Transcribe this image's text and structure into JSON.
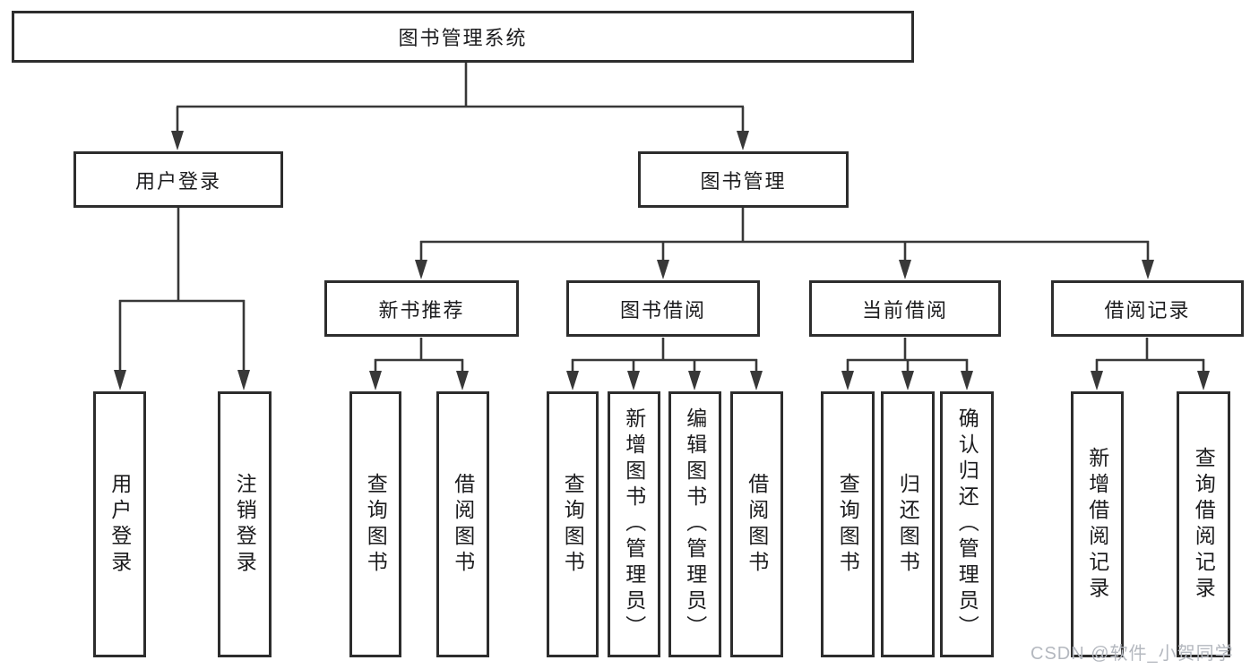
{
  "page": {
    "background": "#ffffff"
  },
  "colors": {
    "line": "#383838",
    "box_border": "#2d2d2d",
    "text": "#1c1c1e",
    "watermark": "#b4b8bf"
  },
  "watermark": {
    "text": "CSDN @软件_小贺同学"
  },
  "tree": {
    "root": {
      "label": "图书管理系统",
      "children": [
        {
          "label": "用户登录",
          "children": [
            {
              "label": "用户登录"
            },
            {
              "label": "注销登录"
            }
          ]
        },
        {
          "label": "图书管理",
          "children": [
            {
              "label": "新书推荐",
              "children": [
                {
                  "label": "查询图书"
                },
                {
                  "label": "借阅图书"
                }
              ]
            },
            {
              "label": "图书借阅",
              "children": [
                {
                  "label": "查询图书"
                },
                {
                  "label": "新增图书（管理员）"
                },
                {
                  "label": "编辑图书（管理员）"
                },
                {
                  "label": "借阅图书"
                }
              ]
            },
            {
              "label": "当前借阅",
              "children": [
                {
                  "label": "查询图书"
                },
                {
                  "label": "归还图书"
                },
                {
                  "label": "确认归还（管理员）"
                }
              ]
            },
            {
              "label": "借阅记录",
              "children": [
                {
                  "label": "新增借阅记录"
                },
                {
                  "label": "查询借阅记录"
                }
              ]
            }
          ]
        }
      ]
    }
  }
}
